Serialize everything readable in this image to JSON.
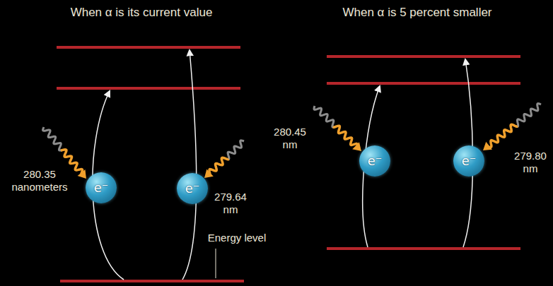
{
  "diagram": {
    "nodes": [
      {
        "text": [
          "e⁻"
        ]
      },
      {
        "text": [
          "e⁻"
        ]
      },
      {
        "text": [
          "e⁻"
        ]
      },
      {
        "text": [
          "e⁻"
        ]
      }
    ],
    "labels": [
      "When α is its current value",
      "When α is 5 percent smaller",
      "280.35 nanometers",
      "279.64 nm",
      "Energy level",
      "280.45 nm",
      "279.80 nm"
    ]
  }
}
